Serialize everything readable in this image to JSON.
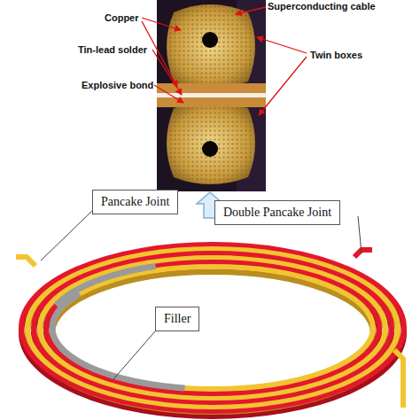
{
  "diagram": {
    "nodes": [
      {
        "text": [
          "Pancake Joint"
        ]
      },
      {
        "text": [
          "Double Pancake Joint"
        ]
      },
      {
        "text": [
          "Filler"
        ]
      }
    ],
    "labels": [
      "Superconducting cable",
      "Copper",
      "Tin-lead solder",
      "Explosive bond",
      "Twin boxes"
    ]
  }
}
